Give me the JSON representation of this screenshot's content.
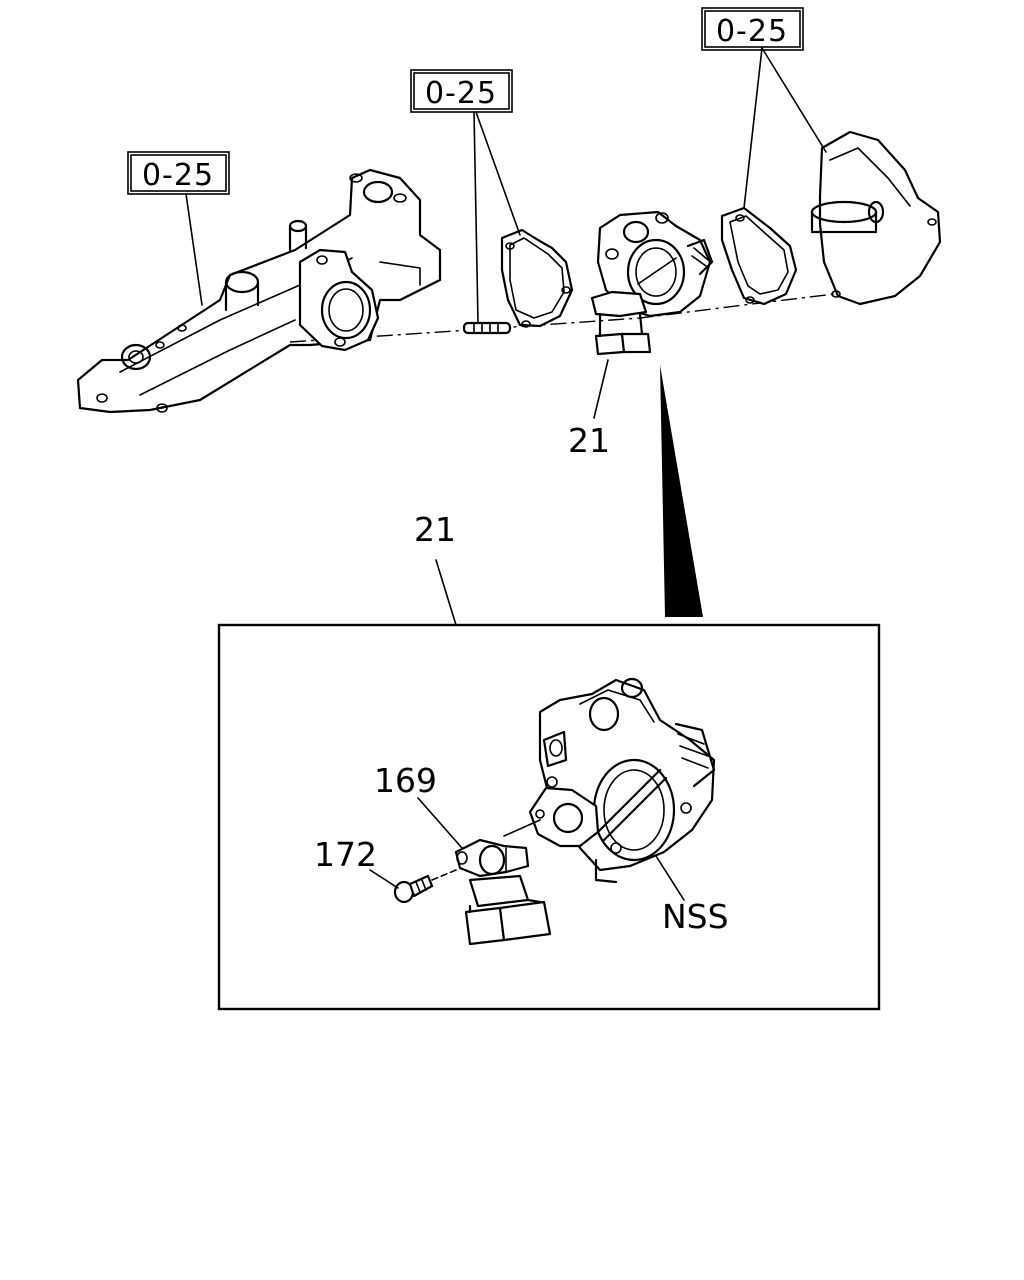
{
  "callouts": {
    "ref_manifold": "0-25",
    "ref_center": "0-25",
    "ref_right": "0-25",
    "part_throttle_top": "21",
    "part_detail": "21",
    "part_sensor": "169",
    "part_screw": "172",
    "part_body": "NSS"
  }
}
